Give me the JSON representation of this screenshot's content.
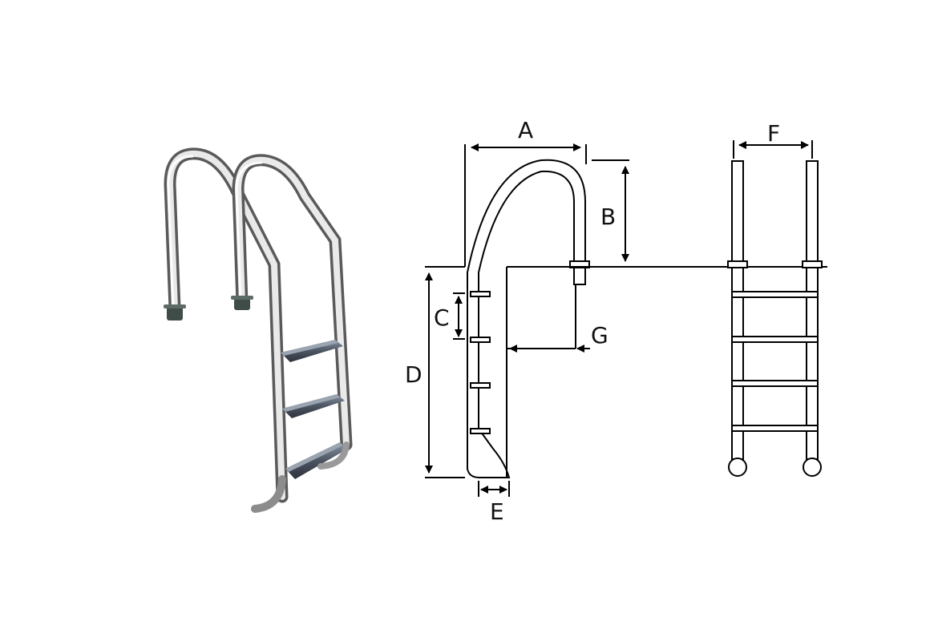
{
  "colors": {
    "line": "#000000",
    "steel_light": "#e6e6e6",
    "steel_mid": "#a9a9a9",
    "steel_dark": "#5c5c5c",
    "tread": "#4c5462",
    "tread_top": "#8a94a3",
    "anchor": "#3f4c48"
  },
  "photo": {
    "icon": "pool-ladder-photo"
  },
  "dimensions": {
    "a": "A",
    "b": "B",
    "c": "C",
    "d": "D",
    "e": "E",
    "f": "F",
    "g": "G"
  }
}
